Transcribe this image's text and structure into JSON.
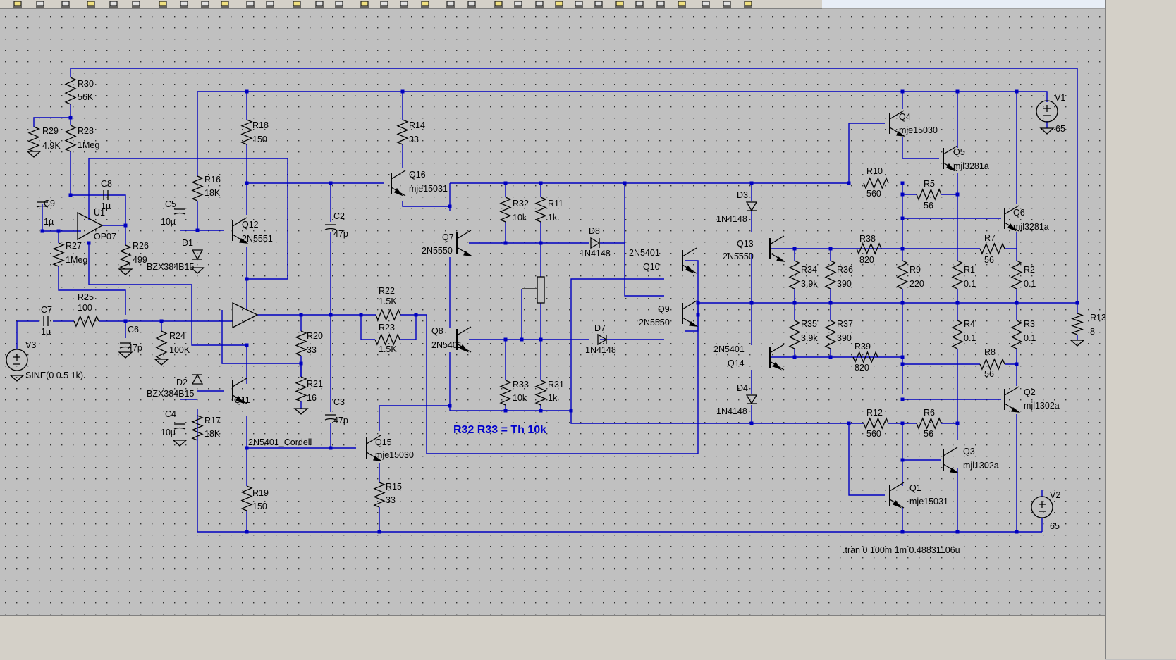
{
  "toolbar": {
    "buttons": [
      "new-schematic",
      "open",
      "save",
      "control-panel",
      "undo",
      "redo",
      "zoom-in",
      "zoom-pan",
      "zoom-out",
      "zoom-fit",
      "tile",
      "cascade",
      "window-h",
      "window-v",
      "window-close",
      "wire",
      "ground",
      "label",
      "resistor",
      "capacitor",
      "inductor",
      "diode",
      "component",
      "move",
      "drag",
      "copy",
      "paste",
      "delete",
      "rotate",
      "mirror",
      "text",
      "spice-directive",
      "netlist",
      "find"
    ]
  },
  "schematic": {
    "components": [
      {
        "ref": "R30",
        "value": "56K"
      },
      {
        "ref": "R29",
        "value": "4.9K"
      },
      {
        "ref": "R28",
        "value": "1Meg"
      },
      {
        "ref": "C9",
        "value": "1µ"
      },
      {
        "ref": "C8",
        "value": "1µ"
      },
      {
        "ref": "U1",
        "value": "OP07"
      },
      {
        "ref": "R27",
        "value": "1Meg"
      },
      {
        "ref": "R26",
        "value": "499"
      },
      {
        "ref": "R25",
        "value": "100"
      },
      {
        "ref": "C7",
        "value": "1µ"
      },
      {
        "ref": "C6",
        "value": "47p"
      },
      {
        "ref": "R24",
        "value": "100K"
      },
      {
        "ref": "V3",
        "value": "SINE(0 0.5 1k)"
      },
      {
        "ref": "R18",
        "value": "150"
      },
      {
        "ref": "R16",
        "value": "18K"
      },
      {
        "ref": "C5",
        "value": "10µ"
      },
      {
        "ref": "D1",
        "value": "BZX384B15"
      },
      {
        "ref": "Q12",
        "value": "2N5551"
      },
      {
        "ref": "R14",
        "value": "33"
      },
      {
        "ref": "Q16",
        "value": "mje15031"
      },
      {
        "ref": "C2",
        "value": "47p"
      },
      {
        "ref": "R20",
        "value": "33"
      },
      {
        "ref": "R21",
        "value": "16"
      },
      {
        "ref": "D2",
        "value": "BZX384B15"
      },
      {
        "ref": "C4",
        "value": "10µ"
      },
      {
        "ref": "R17",
        "value": "18K"
      },
      {
        "ref": "Q11",
        "value": "2N5401_Cordell"
      },
      {
        "ref": "C3",
        "value": "47p"
      },
      {
        "ref": "R19",
        "value": "150"
      },
      {
        "ref": "Q15",
        "value": "mje15030"
      },
      {
        "ref": "R15",
        "value": "33"
      },
      {
        "ref": "R22",
        "value": "1.5K"
      },
      {
        "ref": "R23",
        "value": "1.5K"
      },
      {
        "ref": "Q8",
        "value": "2N5401"
      },
      {
        "ref": "Q7",
        "value": "2N5550"
      },
      {
        "ref": "R32",
        "value": "10k"
      },
      {
        "ref": "R11",
        "value": "1k"
      },
      {
        "ref": "D8",
        "value": "1N4148"
      },
      {
        "ref": "R33",
        "value": "10k"
      },
      {
        "ref": "R31",
        "value": "1k"
      },
      {
        "ref": "D7",
        "value": "1N4148"
      },
      {
        "ref": "Q10",
        "value": "2N5401"
      },
      {
        "ref": "Q9",
        "value": "2N5550"
      },
      {
        "ref": "D3",
        "value": "1N4148"
      },
      {
        "ref": "Q13",
        "value": "2N5550"
      },
      {
        "ref": "Q14",
        "value": "2N5401"
      },
      {
        "ref": "D4",
        "value": "1N4148"
      },
      {
        "ref": "R34",
        "value": "3.9k"
      },
      {
        "ref": "R36",
        "value": "390"
      },
      {
        "ref": "R35",
        "value": "3.9k"
      },
      {
        "ref": "R37",
        "value": "390"
      },
      {
        "ref": "R38",
        "value": "820"
      },
      {
        "ref": "R39",
        "value": "820"
      },
      {
        "ref": "Q4",
        "value": "mje15030"
      },
      {
        "ref": "Q5",
        "value": "mjl3281a"
      },
      {
        "ref": "R10",
        "value": "560"
      },
      {
        "ref": "R5",
        "value": "56"
      },
      {
        "ref": "Q6",
        "value": "mjl3281a"
      },
      {
        "ref": "R7",
        "value": "56"
      },
      {
        "ref": "R9",
        "value": "220"
      },
      {
        "ref": "R1",
        "value": "0.1"
      },
      {
        "ref": "R2",
        "value": "0.1"
      },
      {
        "ref": "R4",
        "value": "0.1"
      },
      {
        "ref": "R3",
        "value": "0.1"
      },
      {
        "ref": "R8",
        "value": "56"
      },
      {
        "ref": "Q2",
        "value": "mjl1302a"
      },
      {
        "ref": "R12",
        "value": "560"
      },
      {
        "ref": "R6",
        "value": "56"
      },
      {
        "ref": "Q3",
        "value": "mjl1302a"
      },
      {
        "ref": "Q1",
        "value": "mje15031"
      },
      {
        "ref": "V1",
        "value": "65"
      },
      {
        "ref": "V2",
        "value": "65"
      },
      {
        "ref": "R13",
        "value": "8"
      }
    ],
    "comment": "R32 R33 = Th 10k",
    "directive": ".tran 0 100m 1m 0.48831106u"
  }
}
